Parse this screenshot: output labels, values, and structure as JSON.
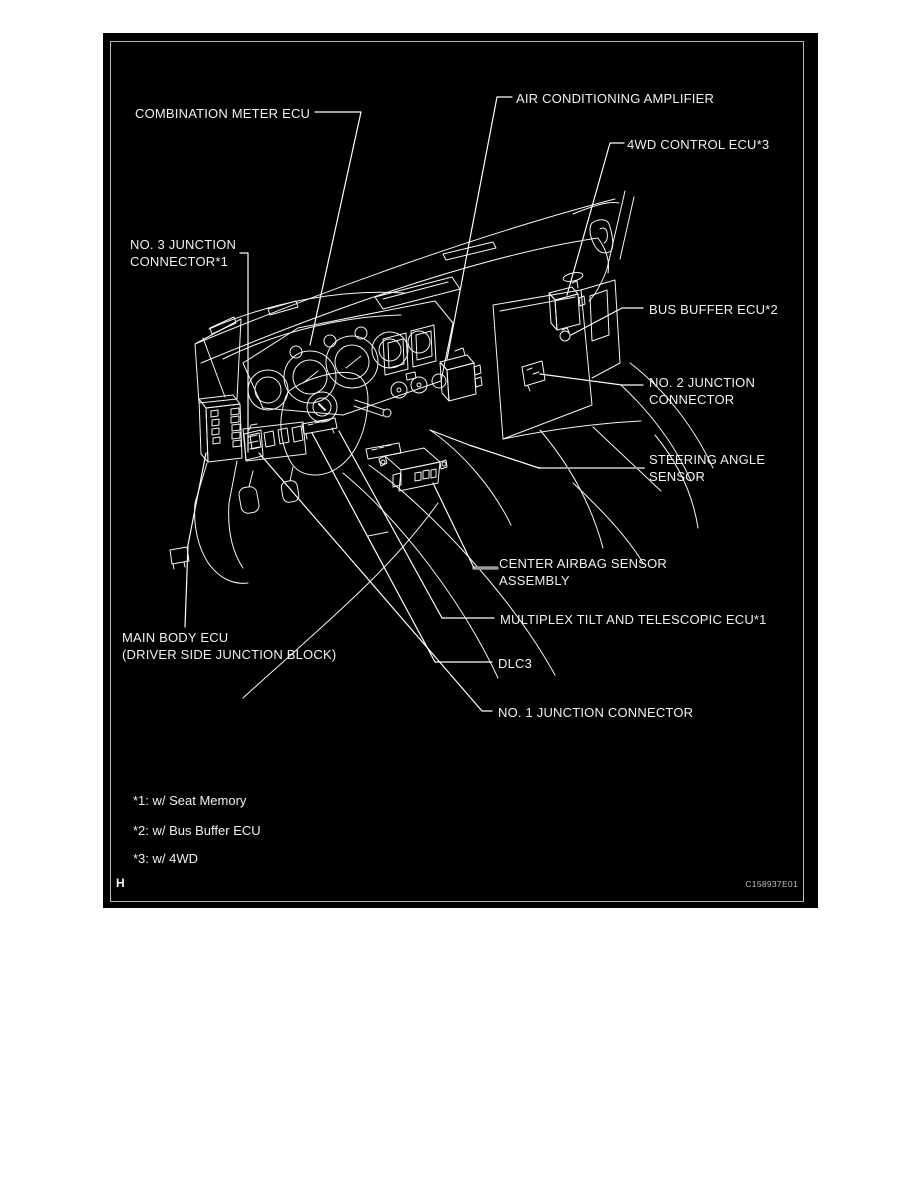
{
  "figure": {
    "labels": {
      "combination_meter_ecu": "COMBINATION METER ECU",
      "air_conditioning_amplifier": "AIR CONDITIONING AMPLIFIER",
      "fourwd_control_ecu": "4WD CONTROL ECU*3",
      "no3_junction_line1": "NO. 3 JUNCTION",
      "no3_junction_line2": "CONNECTOR*1",
      "bus_buffer_ecu": "BUS BUFFER ECU*2",
      "no2_junction_line1": "NO. 2 JUNCTION",
      "no2_junction_line2": "CONNECTOR",
      "steering_angle_line1": "STEERING ANGLE",
      "steering_angle_line2": "SENSOR",
      "center_airbag_line1": "CENTER AIRBAG SENSOR",
      "center_airbag_line2": "ASSEMBLY",
      "multiplex_ecu": "MULTIPLEX TILT AND TELESCOPIC ECU*1",
      "dlc3": "DLC3",
      "no1_junction": "NO. 1 JUNCTION CONNECTOR",
      "main_body_line1": "MAIN BODY ECU",
      "main_body_line2": "(DRIVER SIDE JUNCTION BLOCK)"
    },
    "footnotes": {
      "f1": "*1: w/ Seat Memory",
      "f2": "*2: w/ Bus Buffer ECU",
      "f3": "*3: w/ 4WD"
    },
    "frame": {
      "page_marker": "H",
      "code": "C158937E01"
    },
    "colors": {
      "background": "#000000",
      "line": "#f5f5f5",
      "border": "#b8b8b8",
      "leader_gray": "#9a9a9a"
    }
  }
}
